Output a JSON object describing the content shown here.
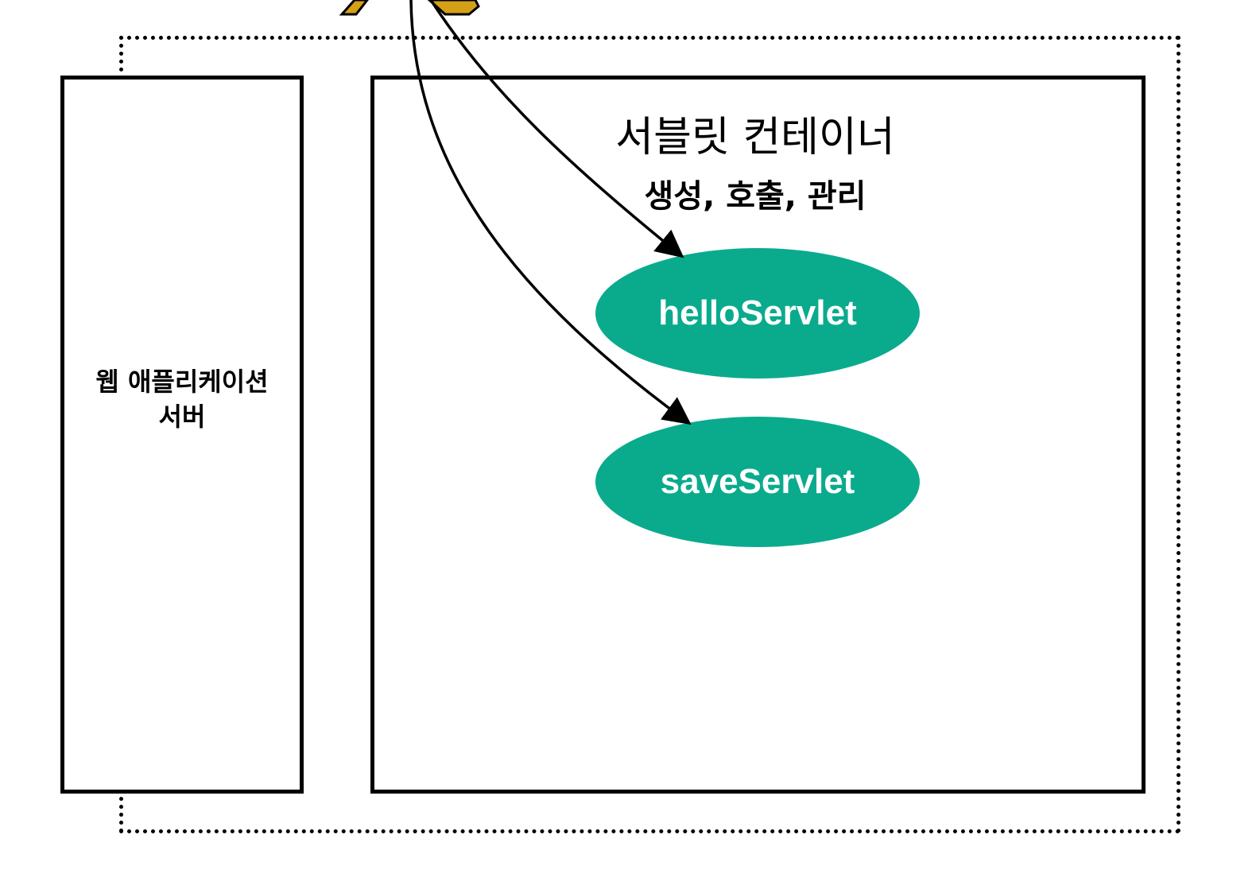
{
  "web_application_server": {
    "label_line1": "웹 애플리케이션",
    "label_line2": "서버"
  },
  "servlet_container": {
    "title": "서블릿 컨테이너",
    "subtitle": "생성, 호출, 관리"
  },
  "servlets": [
    {
      "label": "helloServlet"
    },
    {
      "label": "saveServlet"
    }
  ],
  "colors": {
    "servlet_fill": "#0aab8d",
    "servlet_text": "#ffffff",
    "stroke": "#000000",
    "figure_fill": "#d4a017"
  },
  "icons": {
    "top_figure": "cat-mascot-icon"
  }
}
